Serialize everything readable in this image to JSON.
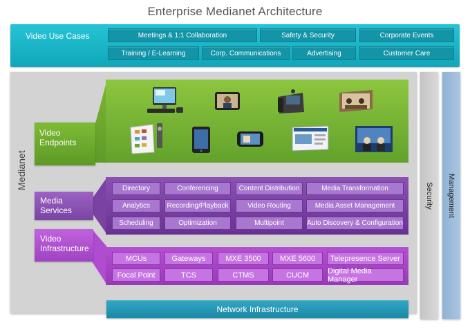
{
  "title": "Enterprise Medianet Architecture",
  "use_cases": {
    "label": "Video Use Cases",
    "items": [
      "Meetings  & 1:1 Collaboration",
      "Safety & Security",
      "Corporate Events",
      "Training / E-Learning",
      "Corp. Communications",
      "Advertising",
      "Customer Care"
    ]
  },
  "medianet_label": "Medianet",
  "security_label": "Security",
  "management_label": "Management",
  "endpoints": {
    "label_line1": "Video",
    "label_line2": "Endpoints",
    "devices": [
      "desktop-computer-icon",
      "tablet-video-phone-icon",
      "ip-phone-icon",
      "telepresence-room-icon",
      "digital-signage-kiosk-icon",
      "ipad-icon",
      "smartphone-icon",
      "web-portal-icon",
      "video-broadcast-icon"
    ]
  },
  "media_services": {
    "label_line1": "Media",
    "label_line2": "Services",
    "items": [
      "Directory",
      "Conferencing",
      "Content Distribution",
      "Media Transformation",
      "Analytics",
      "Recording/Playback",
      "Video Routing",
      "Media Asset Management",
      "Scheduling",
      "Optimization",
      "Multipoint",
      "Auto Discovery & Configuration"
    ]
  },
  "video_infrastructure": {
    "label_line1": "Video",
    "label_line2": "Infrastructure",
    "items": [
      "MCUs",
      "Gateways",
      "MXE 3500",
      "MXE 5600",
      "Telepresence Server",
      "Focal Point",
      "TCS",
      "CTMS",
      "CUCM",
      "Digital Media Manager"
    ]
  },
  "network_label": "Network Infrastructure",
  "colors": {
    "use_cases": "#11a6ba",
    "endpoints": "#62a22b",
    "media_services": "#6a3192",
    "video_infrastructure": "#963bb6",
    "network": "#1a88a7",
    "management": "#a9c6e2"
  }
}
